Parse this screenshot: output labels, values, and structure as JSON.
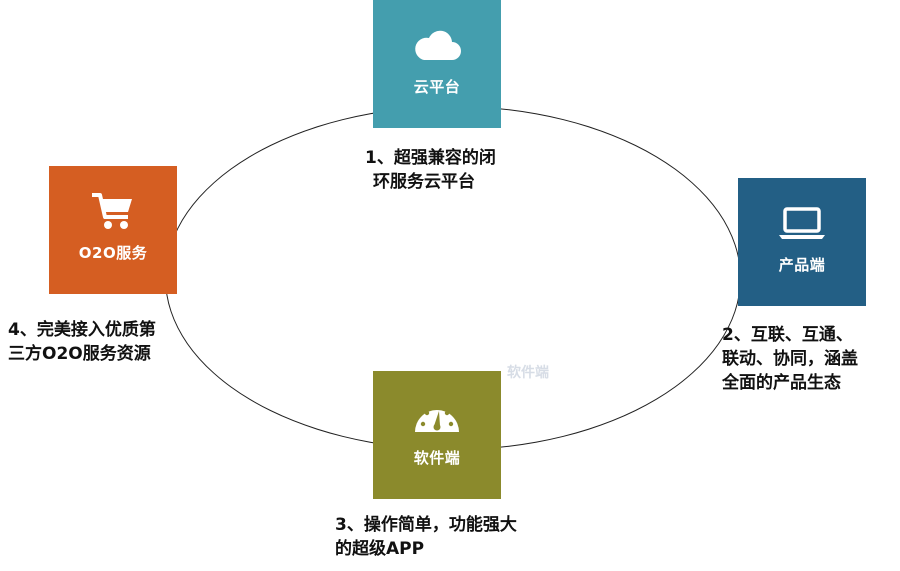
{
  "nodes": {
    "cloud": {
      "label": "云平台",
      "icon": "cloud-icon",
      "color": "#449eae",
      "desc_line1": "1、超强兼容的闭",
      "desc_line2": "环服务云平台"
    },
    "product": {
      "label": "产品端",
      "icon": "laptop-icon",
      "color": "#235f85",
      "desc_line1": "2、互联、互通、",
      "desc_line2": "联动、协同，涵盖",
      "desc_line3": "全面的产品生态"
    },
    "software": {
      "label": "软件端",
      "icon": "gauge-icon",
      "color": "#8b8a2c",
      "desc_line1": "3、操作简单，功能强大",
      "desc_line2": "的超级APP"
    },
    "o2o": {
      "label": "O2O服务",
      "icon": "cart-icon",
      "color": "#d55e22",
      "desc_line1": "4、完美接入优质第",
      "desc_line2": "三方O2O服务资源"
    }
  },
  "ghost_label": "软件端"
}
